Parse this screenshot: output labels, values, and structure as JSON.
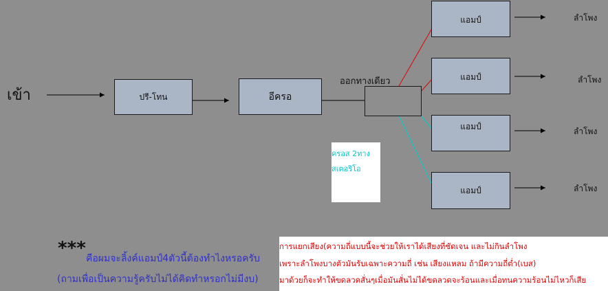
{
  "diagram": {
    "input_label": "เข้า",
    "pre_tone_label": "ปรี-โทน",
    "eq_label": "อีครอ",
    "single_path_label": "ออกทางเดียว",
    "amp_labels": [
      "แอมป์",
      "แอมป์",
      "แอมป์",
      "แอมป์"
    ],
    "speaker_labels": [
      "ลำโพง",
      "ลำโพง",
      "ลำโพง",
      "ลำโพง"
    ],
    "wire_colors": {
      "red": "#e00000",
      "cyan": "#00d0d0",
      "black": "#000000"
    }
  },
  "cross_note": {
    "line1": "ครอส 2ทาง",
    "line2": "สเตอริโอ"
  },
  "question": {
    "stars": "***",
    "line1": "คือผมจะลิ้งค์แอมป์4ตัวนี้ต้องทำไงหรอครับ",
    "line2": "(ถามเพื่อเป็นความรู้ครับไม่ได้คิดทำหรอกไม่มีงบ)"
  },
  "answer_note": {
    "line1": "การแยกเสียง(ความถี่แบบนี้จะช่วยให้เราได้เสียงที่ชัดเจน และไม่กินลำโพง",
    "line2": "เพราะลำโพงบางตัวมันรับเฉพาะความถี่ เช่น เสียงแหลม ถ้ามีความถี่ต่ำ(เบส)",
    "line3": "มาด้วยก็จะทำให้ขดลวดสั่นๆเมื่อมันสั่นไม่ได้ขดลวดจะร้อนและเมื่อทนความร้อนไม่ไหวก็เสีย"
  }
}
